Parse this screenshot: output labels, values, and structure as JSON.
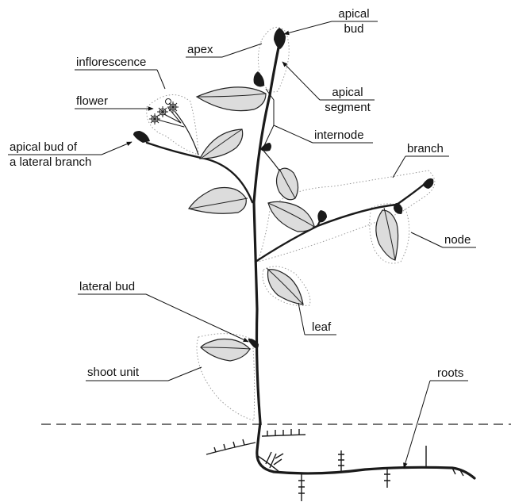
{
  "labels": {
    "apical_bud": [
      "apical",
      "bud"
    ],
    "apex": "apex",
    "inflorescence": "inflorescence",
    "flower": "flower",
    "apical_segment": [
      "apical",
      "segment"
    ],
    "internode": "internode",
    "apical_bud_lateral": [
      "apical bud of",
      "a lateral branch"
    ],
    "branch": "branch",
    "node": "node",
    "lateral_bud": "lateral bud",
    "leaf": "leaf",
    "shoot_unit": "shoot unit",
    "roots": "roots"
  },
  "colors": {
    "leaf_fill": "#dcdcdc",
    "outline": "#1a1a1a",
    "hull_dotted": "#9a9a9a"
  }
}
